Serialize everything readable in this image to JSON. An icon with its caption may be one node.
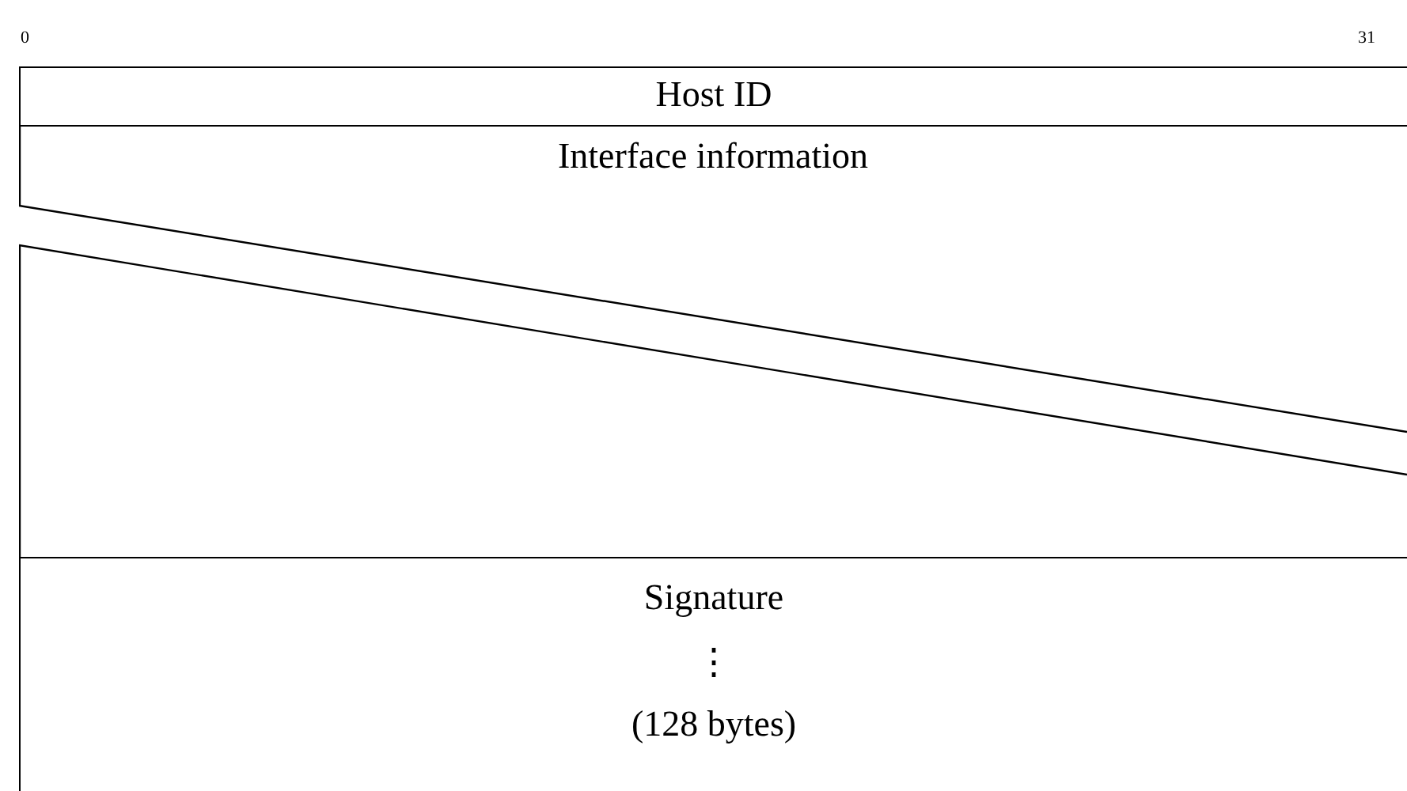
{
  "diagram": {
    "nodes": [
      {
        "text": [
          "Host ID"
        ]
      },
      {
        "text": [
          "Interface information"
        ]
      },
      {
        "text": [
          "Signature",
          "⋮",
          "(128 bytes)"
        ]
      }
    ],
    "labels": [
      "0",
      "31"
    ]
  }
}
